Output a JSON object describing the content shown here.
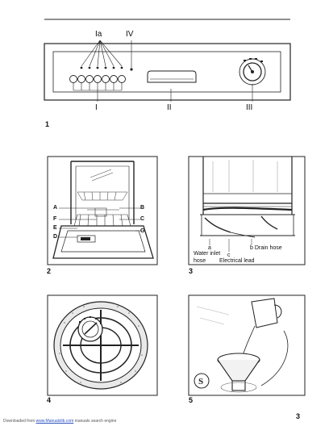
{
  "page_number": "3",
  "footer": {
    "prefix": "Downloaded from",
    "link": "www.Manualslib.com",
    "suffix": "manuals search engine"
  },
  "fig1": {
    "number": "1",
    "labels": {
      "ia": "Ia",
      "iv": "IV",
      "i": "I",
      "ii": "II",
      "iii": "III"
    }
  },
  "fig2": {
    "number": "2",
    "callouts": {
      "a": "A",
      "b": "B",
      "c": "C",
      "d": "D",
      "e": "E",
      "f": "F",
      "g": "G"
    }
  },
  "fig3": {
    "number": "3",
    "captions": {
      "a": "a",
      "water_inlet": "Water inlet",
      "hose": "hose",
      "b_drain": "b  Drain hose",
      "c": "c",
      "electrical": "Electrical lead"
    }
  },
  "fig4": {
    "number": "4"
  },
  "fig5": {
    "number": "5"
  }
}
